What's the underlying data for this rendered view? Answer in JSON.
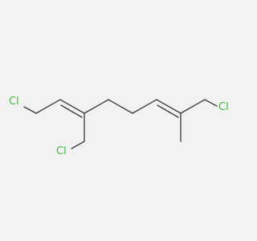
{
  "molecule": {
    "atom_labels": [
      "Cl",
      "Cl",
      "Cl"
    ],
    "label_color": "#3cb93c",
    "bond_color": "#3a3a3a",
    "background": "#f2f2f2"
  }
}
